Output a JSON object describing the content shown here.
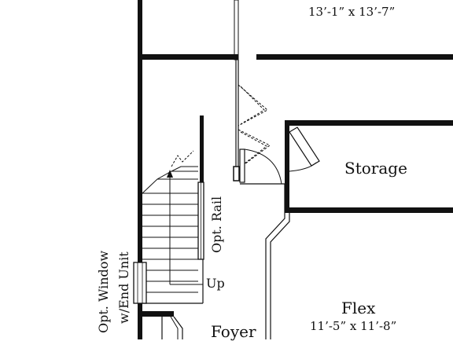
{
  "rooms": {
    "top_room": {
      "dimensions": "13’-1” x 13’-7”"
    },
    "storage": {
      "name": "Storage"
    },
    "flex": {
      "name": "Flex",
      "dimensions": "11’-5” x 11’-8”"
    },
    "foyer": {
      "name": "Foyer"
    }
  },
  "annotations": {
    "opt_rail": "Opt. Rail",
    "up": "Up",
    "opt_window_line1": "Opt. Window",
    "opt_window_line2": "w/End Unit"
  },
  "colors": {
    "wall": "#111111",
    "background": "#ffffff"
  }
}
